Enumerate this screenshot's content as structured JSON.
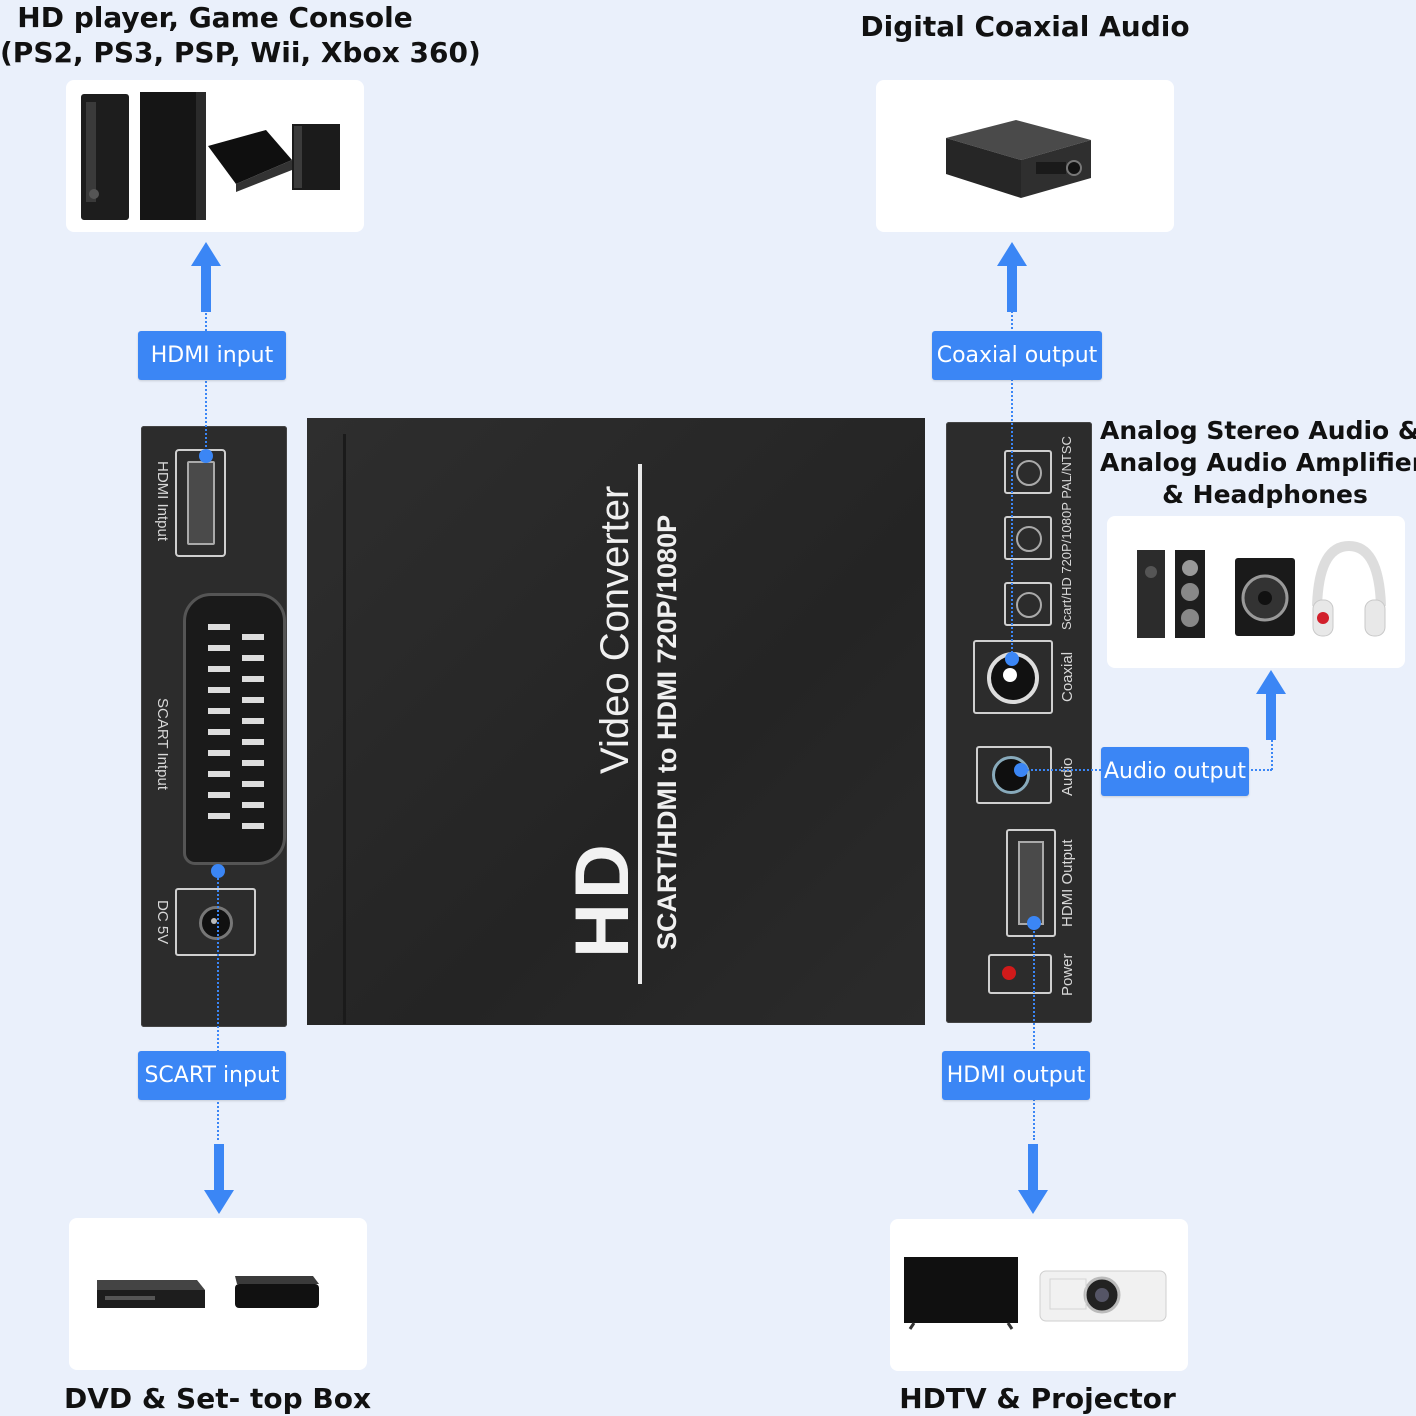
{
  "headings": {
    "top_left_line1": "HD player, Game Console",
    "top_left_line2": "(PS2, PS3, PSP, Wii, Xbox 360)",
    "top_right": "Digital Coaxial Audio",
    "right_mid_line1": "Analog Stereo Audio &",
    "right_mid_line2": "Analog Audio Amplifier",
    "right_mid_line3": "& Headphones",
    "bottom_left": "DVD & Set- top Box",
    "bottom_right": "HDTV & Projector"
  },
  "tags": {
    "hdmi_input": "HDMI input",
    "coaxial_output": "Coaxial output",
    "audio_output": "Audio output",
    "scart_input": "SCART input",
    "hdmi_output": "HDMI output"
  },
  "left_panel": {
    "hdmi_label": "HDMI Intput",
    "scart_label": "SCART Intput",
    "dc_label": "DC 5V"
  },
  "right_panel": {
    "switch_label": "Scart/HD  720P/1080P  PAL/NTSC",
    "coaxial_label": "Coaxial",
    "audio_label": "Audio",
    "hdmi_label": "HDMI Output",
    "power_label": "Power"
  },
  "device": {
    "logo": "HD",
    "title": "Video Converter",
    "subtitle": "SCART/HDMI to HDMI 720P/1080P"
  },
  "colors": {
    "accent": "#3b86f5",
    "background": "#eaf0fb",
    "device_body": "#2a2a2a"
  }
}
